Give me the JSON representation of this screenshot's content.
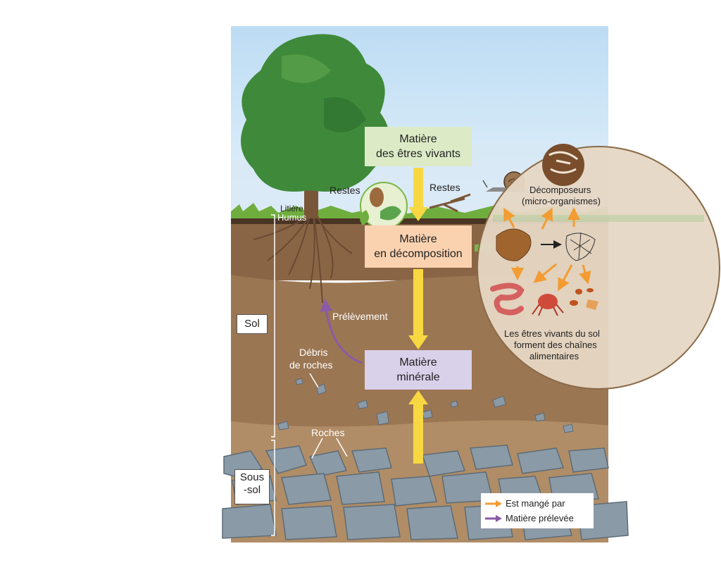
{
  "boxes": {
    "living": {
      "line1": "Matière",
      "line2": "des êtres vivants"
    },
    "decomposition": {
      "line1": "Matière",
      "line2": "en décomposition"
    },
    "mineral": {
      "line1": "Matière",
      "line2": "minérale"
    }
  },
  "labels": {
    "restes_left": "Restes",
    "restes_right": "Restes",
    "litiere": "Litière",
    "humus": "Humus",
    "prelevement": "Prélèvement",
    "debris_1": "Débris",
    "debris_2": "de roches",
    "roches": "Roches",
    "decomposeurs_1": "Décomposeurs",
    "decomposeurs_2": "(micro-organismes)",
    "chains_1": "Les êtres vivants du sol",
    "chains_2": "forment des chaînes",
    "chains_3": "alimentaires"
  },
  "side": {
    "sol": "Sol",
    "sous_sol_1": "Sous",
    "sous_sol_2": "-sol"
  },
  "legend": {
    "eaten": "Est mangé par",
    "taken": "Matière prélevée"
  },
  "colors": {
    "sky": "#cfe6f7",
    "soil": "#9b7653",
    "subsoil": "#b08d66",
    "rock": "#8b9aa7",
    "yellow_arrow": "#f7d842",
    "orange_arrow": "#f39c33",
    "purple_arrow": "#8a5aa6",
    "green_arrow": "#7ab648",
    "box_living": "#dcebc6",
    "box_decomp": "#fbd2b0",
    "box_mineral": "#d9d0ea"
  }
}
